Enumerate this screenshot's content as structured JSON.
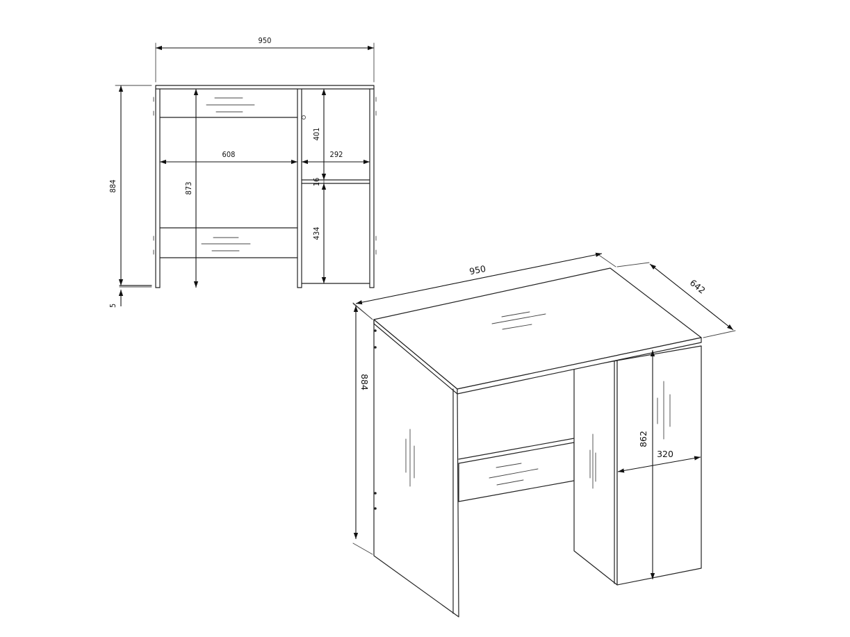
{
  "front_view": {
    "dimensions": {
      "overall_width": "950",
      "overall_height": "884",
      "foot_height": "5",
      "inner_height": "873",
      "knee_space_width": "608",
      "cabinet_width": "292",
      "upper_compartment_height": "401",
      "shelf_thickness": "16",
      "lower_compartment_height": "434"
    }
  },
  "iso_view": {
    "dimensions": {
      "width": "950",
      "depth": "642",
      "height": "884",
      "door_height": "862",
      "door_width": "320"
    }
  },
  "colors": {
    "line": "#222222",
    "background": "#ffffff"
  }
}
